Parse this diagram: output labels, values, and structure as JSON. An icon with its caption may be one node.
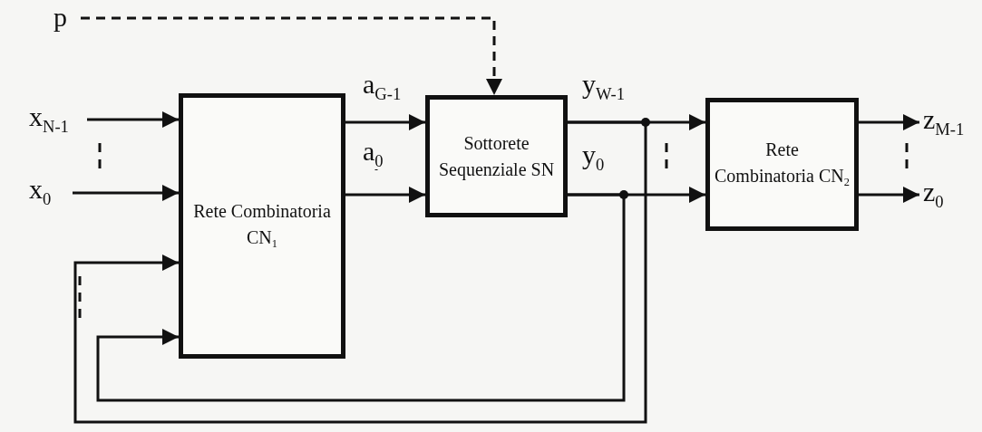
{
  "diagram": {
    "nodes": [
      {
        "text": [
          "p"
        ]
      },
      {
        "text": [
          "x$_{N-1}$"
        ]
      },
      {
        "text": [
          "x$_{0}$"
        ]
      },
      {
        "text": [
          "Rete Combinatoria CN$_{1}$"
        ]
      },
      {
        "text": [
          "Sottorete Sequenziale SN"
        ]
      },
      {
        "text": [
          "Rete Combinatoria CN$_{2}$"
        ]
      },
      {
        "text": [
          "z$_{M-1}$"
        ]
      },
      {
        "text": [
          "z$_{0}$"
        ]
      }
    ],
    "edges": [
      {
        "from": 0,
        "to": 4,
        "arrow": "to",
        "style": "dashed"
      },
      {
        "from": 1,
        "to": 3,
        "arrow": "to"
      },
      {
        "from": 2,
        "to": 3,
        "arrow": "to"
      },
      {
        "from": 3,
        "to": 4,
        "arrow": "to",
        "label": "a$_{G-1}$"
      },
      {
        "from": 3,
        "to": 4,
        "arrow": "to",
        "label": "a$_{0}$"
      },
      {
        "from": 4,
        "to": 5,
        "arrow": "to",
        "label": "y$_{W-1}$"
      },
      {
        "from": 4,
        "to": 5,
        "arrow": "to",
        "label": "y$_{0}$"
      },
      {
        "from": 5,
        "to": 6,
        "arrow": "to"
      },
      {
        "from": 5,
        "to": 7,
        "arrow": "to"
      },
      {
        "from": 4,
        "to": 3,
        "arrow": "to"
      },
      {
        "from": 4,
        "to": 3,
        "arrow": "to"
      }
    ]
  }
}
